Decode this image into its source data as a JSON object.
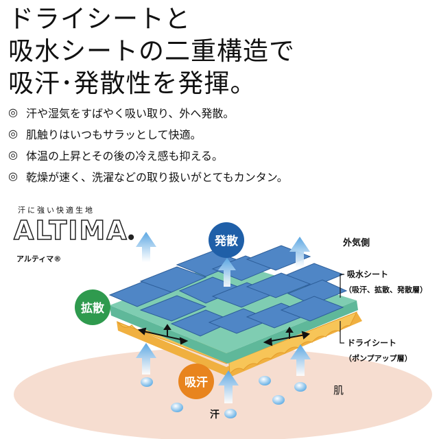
{
  "headline": {
    "line1": "ドライシートと",
    "line2": "吸水シートの二重構造で",
    "line3": "吸汗･発散性を発揮。"
  },
  "bullets": [
    {
      "mark": "◎",
      "text": "汗や湿気をすばやく吸い取り、外へ発散。"
    },
    {
      "mark": "◎",
      "text": "肌触りはいつもサラッとして快適。"
    },
    {
      "mark": "◎",
      "text": "体温の上昇とその後の冷え感も抑える。"
    },
    {
      "mark": "◎",
      "text": "乾燥が速く、洗濯などの取り扱いがとてもカンタン。"
    }
  ],
  "brand": {
    "tagline": "汗に強い快適生地",
    "logo": "ALTIMA",
    "registered": "®",
    "kana": "アルティマ®"
  },
  "diagram": {
    "badge_diffuse_top": "発散",
    "badge_spread": "拡散",
    "badge_absorb": "吸汗",
    "label_outside": "外気側",
    "label_absorbent_sheet": "吸水シート",
    "label_absorbent_sheet_sub": "（吸汗、拡散、発散層）",
    "label_dry_sheet": "ドライシート",
    "label_dry_sheet_sub": "（ポンプアップ層）",
    "label_skin": "肌",
    "label_sweat": "汗",
    "colors": {
      "tile_blue": "#4f86c6",
      "base_green": "#5fb89a",
      "dry_orange": "#f0b040",
      "arrow_blue": "#6fb0e6",
      "badge_blue": "#1f5fa8",
      "badge_green": "#2f9a4e",
      "badge_orange": "#e8841e",
      "skin_pink": "#f6ddd0"
    }
  }
}
